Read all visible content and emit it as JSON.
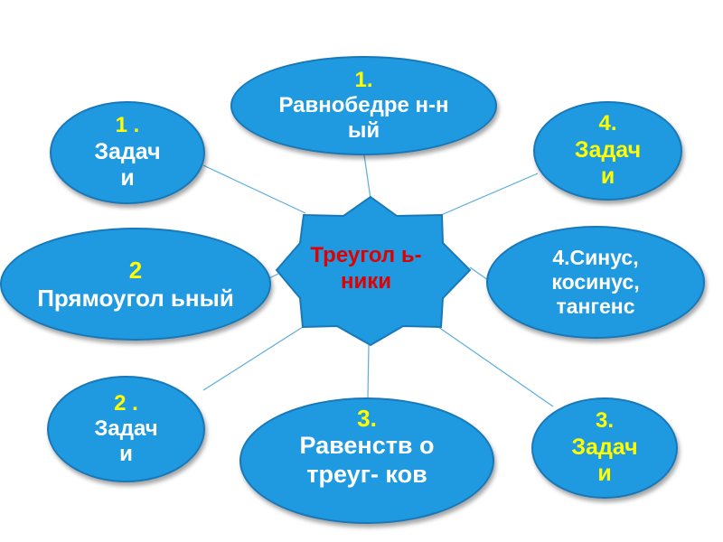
{
  "center": {
    "label": "Треугол ь-ники"
  },
  "nodes": {
    "isosceles": {
      "number": "1.",
      "label": "Равнобедре н-ный"
    },
    "tasks_1": {
      "number": "1 .",
      "label": "Задач и"
    },
    "tasks_4": {
      "number": "4.",
      "label": "Задач и"
    },
    "right": {
      "number": "2",
      "label": "Прямоугол ьный"
    },
    "trig": {
      "label": "4.Синус, косинус, тангенс"
    },
    "tasks_2": {
      "number": "2 .",
      "label": "Задач и"
    },
    "equality": {
      "number": "3.",
      "label": "Равенств о треуг- ков"
    },
    "tasks_3": {
      "number": "3.",
      "label": "Задач и"
    }
  },
  "colors": {
    "oval_fill": "#1f9ae0",
    "star_fill": "#1f9ae0",
    "center_text": "#e00000",
    "number_text": "#ffff00",
    "label_text": "#ffffff",
    "connector": "#5aaedc"
  }
}
